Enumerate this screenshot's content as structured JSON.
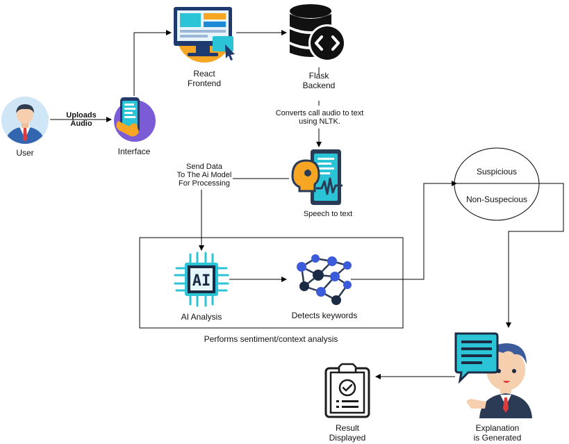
{
  "nodes": {
    "user": "User",
    "interface": "Interface",
    "react_frontend": "React\nFrontend",
    "flask_backend": "Flask\nBackend",
    "speech_to_text": "Speech to text",
    "ai_analysis": "AI Analysis",
    "detects_keywords": "Detects keywords",
    "suspicious": "Suspicious",
    "non_suspicious": "Non-Suspecious",
    "explanation": "Explanation\nis Generated",
    "result": "Result\nDisplayed"
  },
  "edges": {
    "uploads_audio": "Uploads\nAudio",
    "converts_audio": "Converts call audio to text\nusing NLTK.",
    "send_data": "Send Data\nTo The Ai Model\nFor Processing"
  },
  "group_label": "Performs sentiment/context analysis",
  "icons": {
    "user": "user-avatar-icon",
    "interface": "smartphone-icon",
    "react": "desktop-monitor-icon",
    "flask": "database-code-icon",
    "speech": "speech-recognition-icon",
    "ai": "ai-chip-icon",
    "keywords": "neural-network-icon",
    "explanation": "presenter-speech-bubble-icon",
    "result": "clipboard-check-icon",
    "ai_chip_text": "AI"
  },
  "colors": {
    "accent_orange": "#f6a623",
    "accent_blue": "#1d8ad6",
    "network_blue": "#3b5bdb",
    "dark_navy": "#2b3a55",
    "cyan": "#2bc3d6",
    "purple": "#7b5bd6"
  }
}
